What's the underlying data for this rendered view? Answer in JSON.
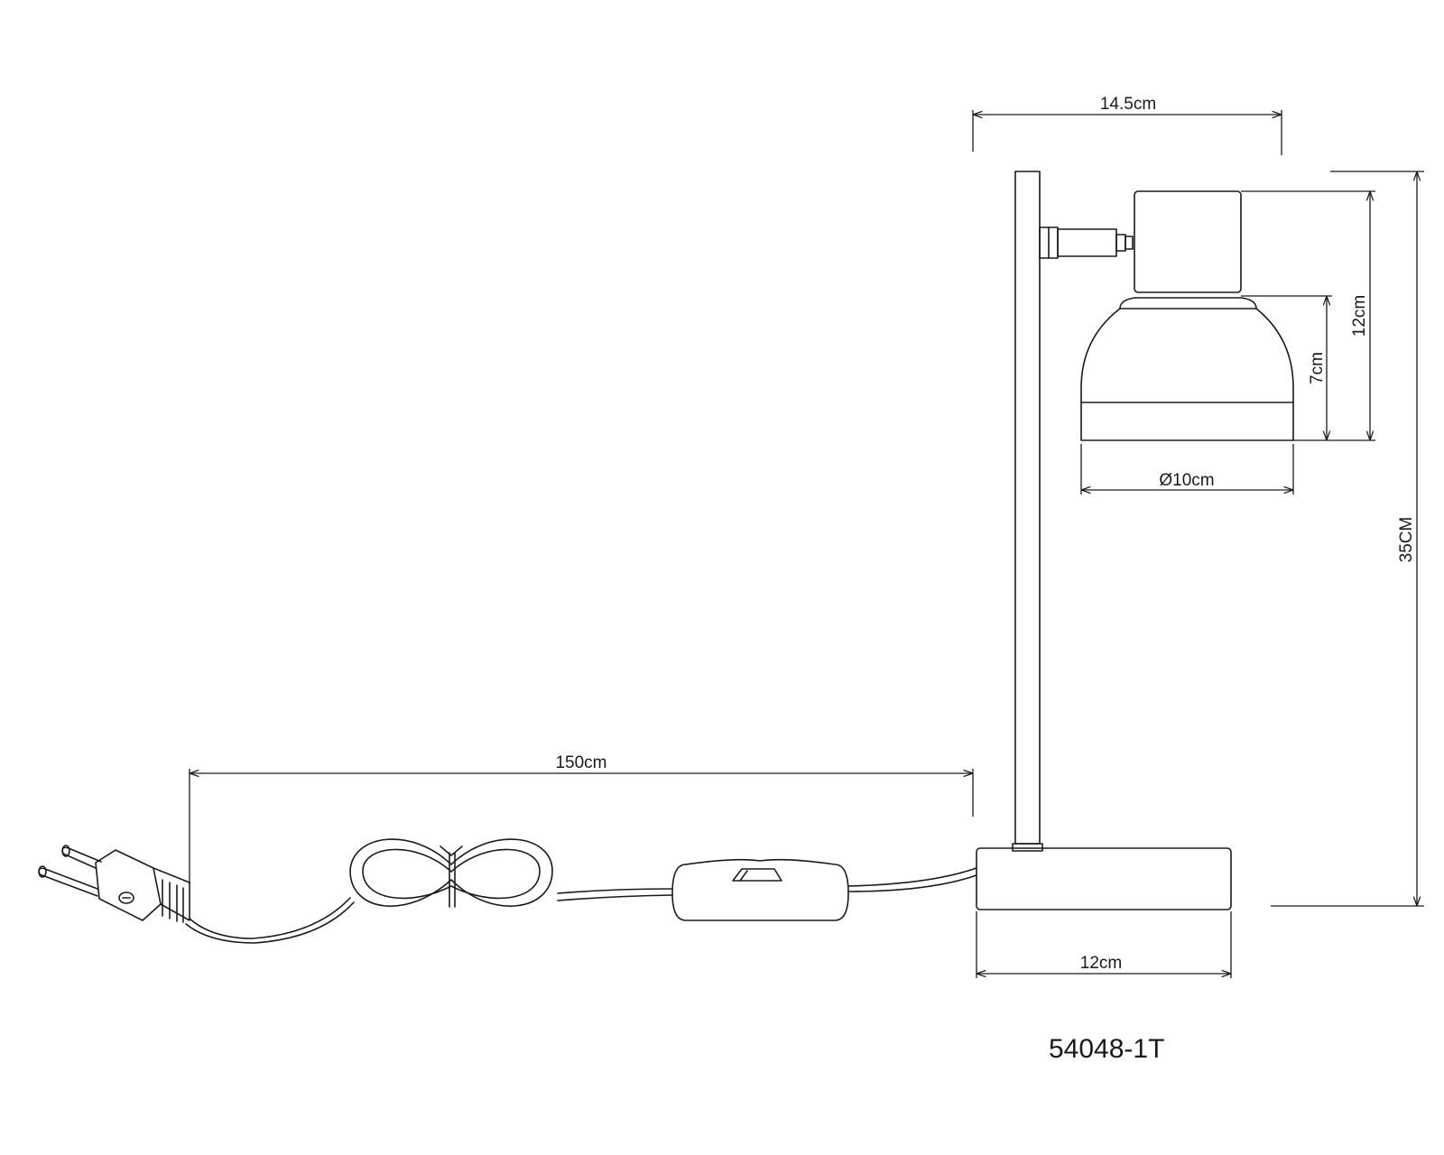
{
  "dimensions": {
    "width_total": "14.5cm",
    "height_total": "35CM",
    "head_height": "12cm",
    "shade_height": "7cm",
    "shade_diameter": "Ø10cm",
    "cable_length": "150cm",
    "base_width": "12cm"
  },
  "model_number": "54048-1T",
  "colors": {
    "line": "#1a1a1a",
    "background": "#ffffff"
  }
}
